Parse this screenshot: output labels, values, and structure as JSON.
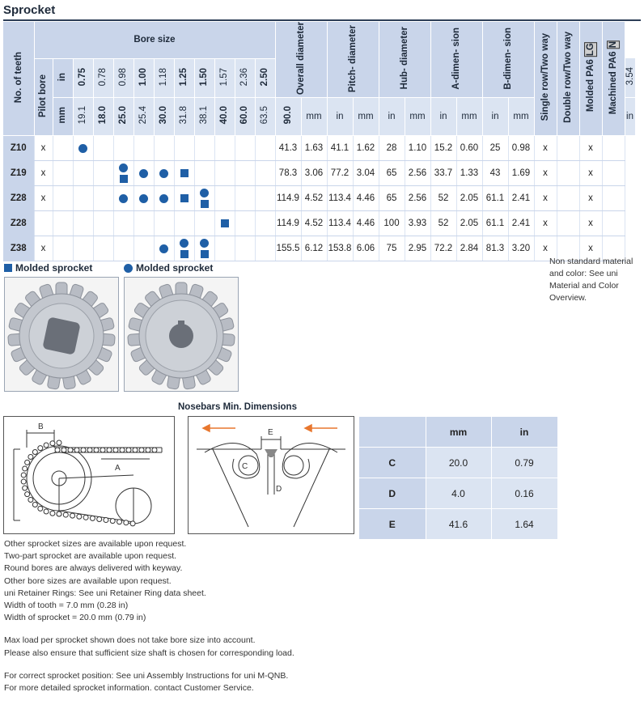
{
  "title": "Sprocket",
  "table": {
    "no_of_teeth": "No. of teeth",
    "pilot_bore": "Pilot bore",
    "bore_size": "Bore size",
    "unit_mm": "mm",
    "unit_in": "in",
    "bore_in_values": [
      "0.75",
      "0.78",
      "0.98",
      "1.00",
      "1.18",
      "1.25",
      "1.50",
      "1.57",
      "2.36",
      "2.50",
      "3.54"
    ],
    "bore_mm_values": [
      "19.1",
      "18.0",
      "25.0",
      "25.4",
      "30.0",
      "31.8",
      "38.1",
      "40.0",
      "60.0",
      "63.5",
      "90.0"
    ],
    "overall_diameter": "Overall diameter",
    "pitch_diameter": "Pitch- diameter",
    "hub_diameter": "Hub- diameter",
    "a_dimension": "A-dimen- sion",
    "b_dimension": "B-dimen- sion",
    "single_row": "Single row/Two way",
    "double_row": "Double row/Two way",
    "pa6_lg": "PA6",
    "lg_label": "LG",
    "molded": "Molded",
    "pa6_machined": "PA6",
    "n_label": "N",
    "machined": "Machined",
    "marker_x": "x",
    "rows": [
      {
        "teeth": "Z10",
        "pilot": "x",
        "bores": [
          "",
          "c",
          "",
          "",
          "",
          "",
          "",
          "",
          "",
          "",
          ""
        ],
        "od_mm": "41.3",
        "od_in": "1.63",
        "pd_mm": "41.1",
        "pd_in": "1.62",
        "hub_mm": "28",
        "hub_in": "1.10",
        "a_mm": "15.2",
        "a_in": "0.60",
        "b_mm": "25",
        "b_in": "0.98",
        "single": "x",
        "double": "",
        "molded": "x",
        "machined": ""
      },
      {
        "teeth": "Z19",
        "pilot": "x",
        "bores": [
          "",
          "",
          "",
          "cs",
          "c",
          "c",
          "s",
          "",
          "",
          "",
          ""
        ],
        "od_mm": "78.3",
        "od_in": "3.06",
        "pd_mm": "77.2",
        "pd_in": "3.04",
        "hub_mm": "65",
        "hub_in": "2.56",
        "a_mm": "33.7",
        "a_in": "1.33",
        "b_mm": "43",
        "b_in": "1.69",
        "single": "x",
        "double": "",
        "molded": "x",
        "machined": ""
      },
      {
        "teeth": "Z28",
        "pilot": "x",
        "bores": [
          "",
          "",
          "",
          "c",
          "c",
          "c",
          "s",
          "cs",
          "",
          "",
          ""
        ],
        "od_mm": "114.9",
        "od_in": "4.52",
        "pd_mm": "113.4",
        "pd_in": "4.46",
        "hub_mm": "65",
        "hub_in": "2.56",
        "a_mm": "52",
        "a_in": "2.05",
        "b_mm": "61.1",
        "b_in": "2.41",
        "single": "x",
        "double": "",
        "molded": "x",
        "machined": ""
      },
      {
        "teeth": "Z28",
        "pilot": "",
        "bores": [
          "",
          "",
          "",
          "",
          "",
          "",
          "",
          "",
          "s",
          "",
          ""
        ],
        "od_mm": "114.9",
        "od_in": "4.52",
        "pd_mm": "113.4",
        "pd_in": "4.46",
        "hub_mm": "100",
        "hub_in": "3.93",
        "a_mm": "52",
        "a_in": "2.05",
        "b_mm": "61.1",
        "b_in": "2.41",
        "single": "x",
        "double": "",
        "molded": "x",
        "machined": ""
      },
      {
        "teeth": "Z38",
        "pilot": "x",
        "bores": [
          "",
          "",
          "",
          "",
          "",
          "c",
          "cs",
          "cs",
          "",
          "",
          ""
        ],
        "od_mm": "155.5",
        "od_in": "6.12",
        "pd_mm": "153.8",
        "pd_in": "6.06",
        "hub_mm": "75",
        "hub_in": "2.95",
        "a_mm": "72.2",
        "a_in": "2.84",
        "b_mm": "81.3",
        "b_in": "3.20",
        "single": "x",
        "double": "",
        "molded": "x",
        "machined": ""
      }
    ]
  },
  "legend_square": "Molded sprocket",
  "legend_circle": "Molded sprocket",
  "note_right": "Non standard material and color: See uni Material and Color Overview.",
  "nosebars": {
    "title": "Nosebars Min. Dimensions",
    "col_mm": "mm",
    "col_in": "in",
    "rows": [
      {
        "label": "C",
        "mm": "20.0",
        "in": "0.79"
      },
      {
        "label": "D",
        "mm": "4.0",
        "in": "0.16"
      },
      {
        "label": "E",
        "mm": "41.6",
        "in": "1.64"
      }
    ],
    "label_a": "A",
    "label_b": "B",
    "label_c": "C",
    "label_d": "D",
    "label_e": "E"
  },
  "notes": [
    "Other sprocket sizes are available upon request.",
    "Two-part sprocket are available upon request.",
    "Round bores are always delivered with keyway.",
    "Other bore sizes are available upon request.",
    "uni Retainer Rings: See uni Retainer Ring data sheet.",
    "Width of tooth = 7.0 mm (0.28 in)",
    "Width of sprocket = 20.0 mm (0.79 in)"
  ],
  "notes2": [
    "Max load per sprocket shown does not take bore size into account.",
    "Please also ensure that sufficient size shaft is chosen for corresponding load."
  ],
  "notes3": [
    "For correct sprocket position: See uni Assembly Instructions for uni M-QNB.",
    "For more detailed sprocket information. contact Customer Service."
  ],
  "colors": {
    "accent": "#1f5fa6",
    "header": "#c9d5ea",
    "header_light": "#dbe4f2",
    "title": "#1e2a3a"
  }
}
